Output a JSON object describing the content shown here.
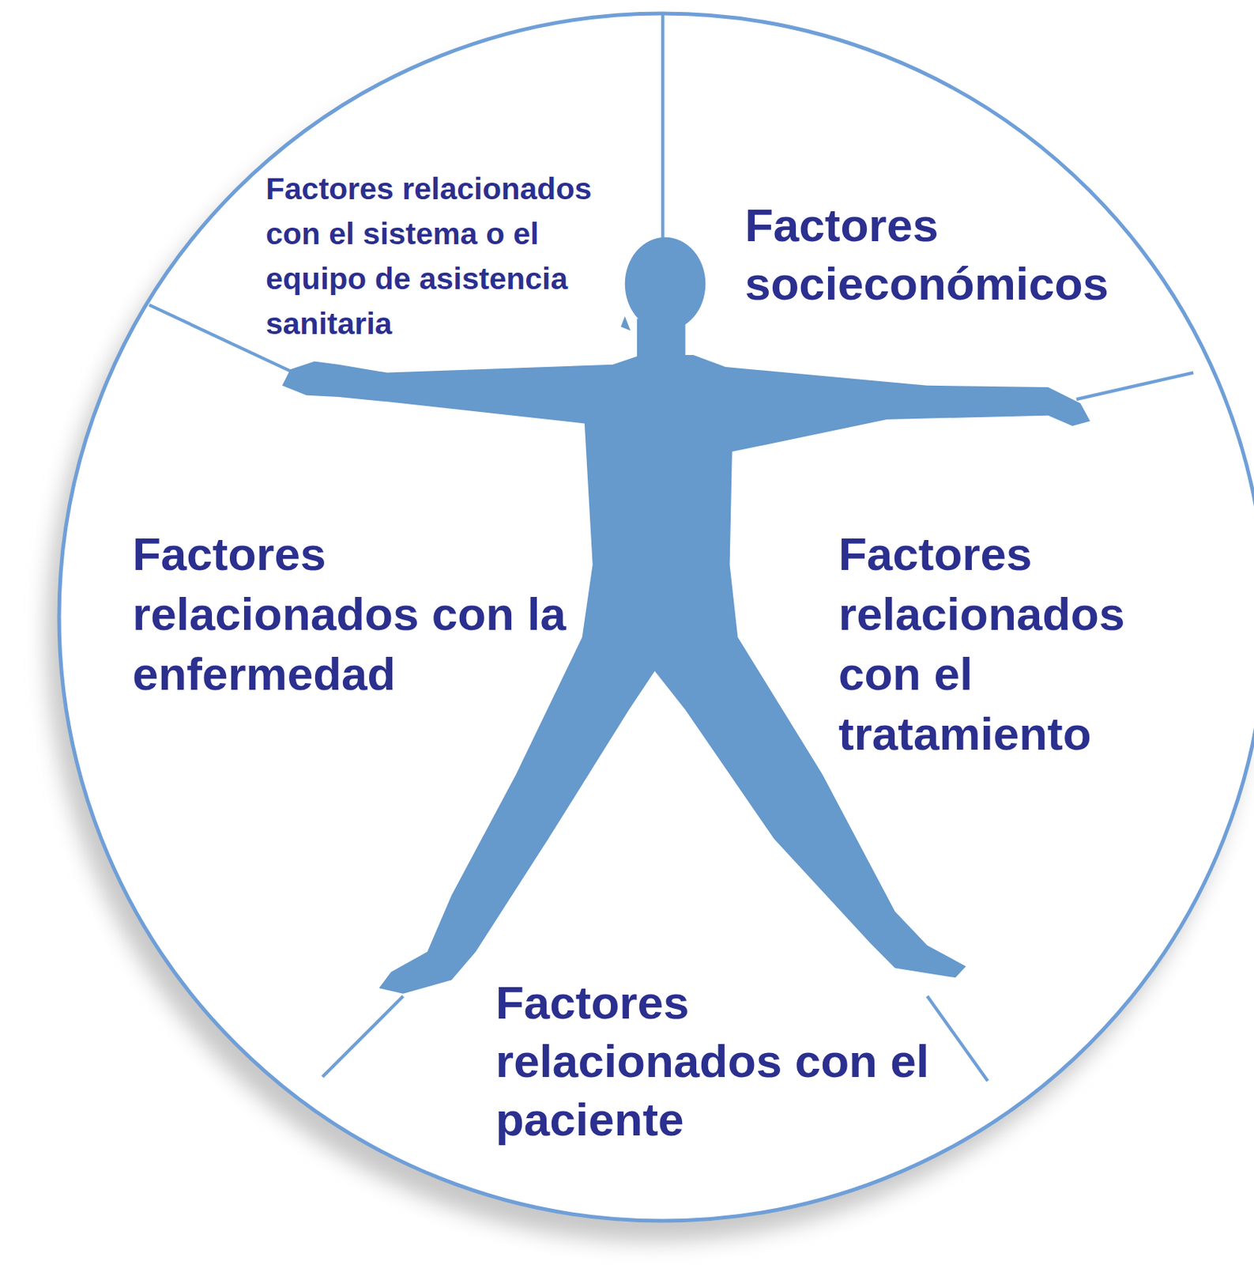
{
  "diagram": {
    "labels": [
      "Factores relacionados con el sistema o el equipo de asistencia sanitaria",
      "Factores socieconómicos",
      "Factores relacionados con la enfermedad",
      "Factores relacionados con el tratamiento",
      "Factores relacionados con el paciente"
    ]
  }
}
